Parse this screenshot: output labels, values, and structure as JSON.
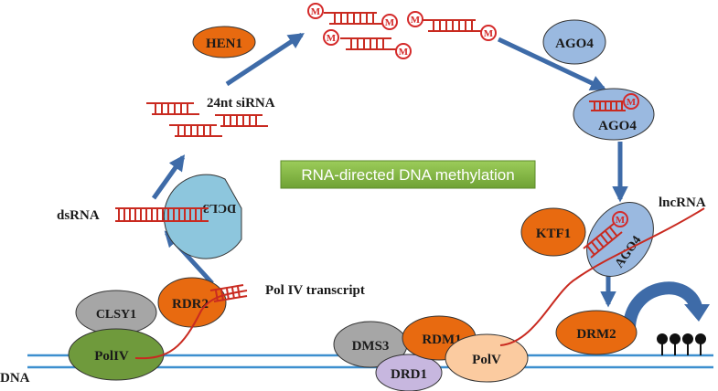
{
  "title": "RNA-directed DNA methylation",
  "labels": {
    "dna": "DNA",
    "dsrna": "dsRNA",
    "sirna": "24nt siRNA",
    "pol4_transcript": "Pol IV transcript",
    "lncrna": "lncRNA",
    "methyl_mark": "M"
  },
  "proteins": {
    "hen1": "HEN1",
    "ago4_free": "AGO4",
    "ago4_loaded": "AGO4",
    "ago4_bound": "AGO4",
    "ktf1": "KTF1",
    "dcl3": "DCL3",
    "rdr2": "RDR2",
    "clsy1": "CLSY1",
    "pol4": "PolIV",
    "dms3": "DMS3",
    "rdm1": "RDM1",
    "drd1": "DRD1",
    "pol5": "PolV",
    "drm2": "DRM2"
  },
  "colors": {
    "orange": "#e86a10",
    "blue": "#9ab9e0",
    "green": "#6f9a3c",
    "gray": "#a6a6a6",
    "peach": "#fbcba0",
    "lavender": "#c7b7df",
    "cyan": "#8dc6dd",
    "rna": "#c92a20",
    "arrow": "#3e6ba8",
    "dna": "#3d8fcf",
    "title_bg": "#85b844"
  }
}
